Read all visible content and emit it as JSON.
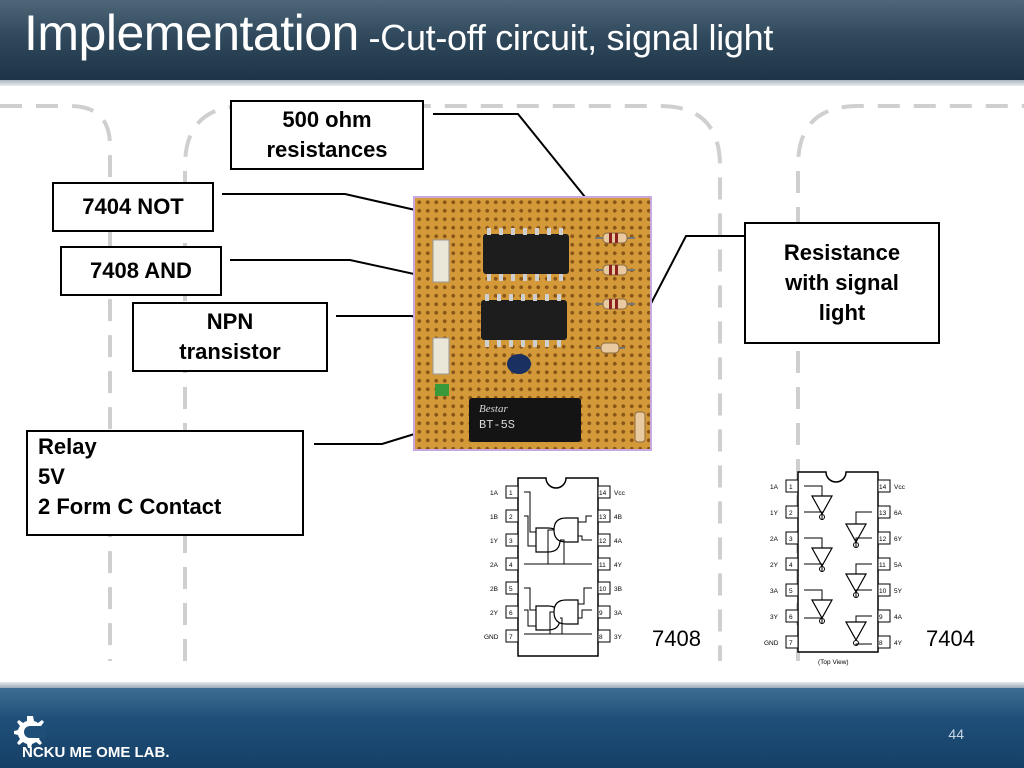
{
  "title": {
    "main": "Implementation",
    "sub": " -Cut-off circuit, signal light"
  },
  "callouts": {
    "resistances": [
      "500 ohm",
      "resistances"
    ],
    "not_gate": "7404 NOT",
    "and_gate": "7408 AND",
    "transistor": [
      "NPN",
      "transistor"
    ],
    "relay": [
      "Relay",
      "5V",
      "2 Form C Contact"
    ],
    "signal_light": [
      "Resistance",
      "with signal",
      "light"
    ]
  },
  "board": {
    "relay_brand": "Bestar",
    "relay_model": "BT-5S"
  },
  "ic_7408": {
    "label": "7408",
    "pins_left": [
      {
        "num": "1",
        "name": "1A"
      },
      {
        "num": "2",
        "name": "1B"
      },
      {
        "num": "3",
        "name": "1Y"
      },
      {
        "num": "4",
        "name": "2A"
      },
      {
        "num": "5",
        "name": "2B"
      },
      {
        "num": "6",
        "name": "2Y"
      },
      {
        "num": "7",
        "name": "GND"
      }
    ],
    "pins_right": [
      {
        "num": "14",
        "name": "Vcc"
      },
      {
        "num": "13",
        "name": "4B"
      },
      {
        "num": "12",
        "name": "4A"
      },
      {
        "num": "11",
        "name": "4Y"
      },
      {
        "num": "10",
        "name": "3B"
      },
      {
        "num": "9",
        "name": "3A"
      },
      {
        "num": "8",
        "name": "3Y"
      }
    ]
  },
  "ic_7404": {
    "label": "7404",
    "view_label": "(Top View)",
    "pins_left": [
      {
        "num": "1",
        "name": "1A"
      },
      {
        "num": "2",
        "name": "1Y"
      },
      {
        "num": "3",
        "name": "2A"
      },
      {
        "num": "4",
        "name": "2Y"
      },
      {
        "num": "5",
        "name": "3A"
      },
      {
        "num": "6",
        "name": "3Y"
      },
      {
        "num": "7",
        "name": "GND"
      }
    ],
    "pins_right": [
      {
        "num": "14",
        "name": "Vcc"
      },
      {
        "num": "13",
        "name": "6A"
      },
      {
        "num": "12",
        "name": "6Y"
      },
      {
        "num": "11",
        "name": "5A"
      },
      {
        "num": "10",
        "name": "5Y"
      },
      {
        "num": "9",
        "name": "4A"
      },
      {
        "num": "8",
        "name": "4Y"
      }
    ]
  },
  "footer": {
    "lab_name": "NCKU ME OME LAB.",
    "page_number": "44"
  },
  "colors": {
    "header": "#30495c",
    "footer": "#1f4f79",
    "board": "#d49a3a",
    "dash": "#cccccc"
  }
}
